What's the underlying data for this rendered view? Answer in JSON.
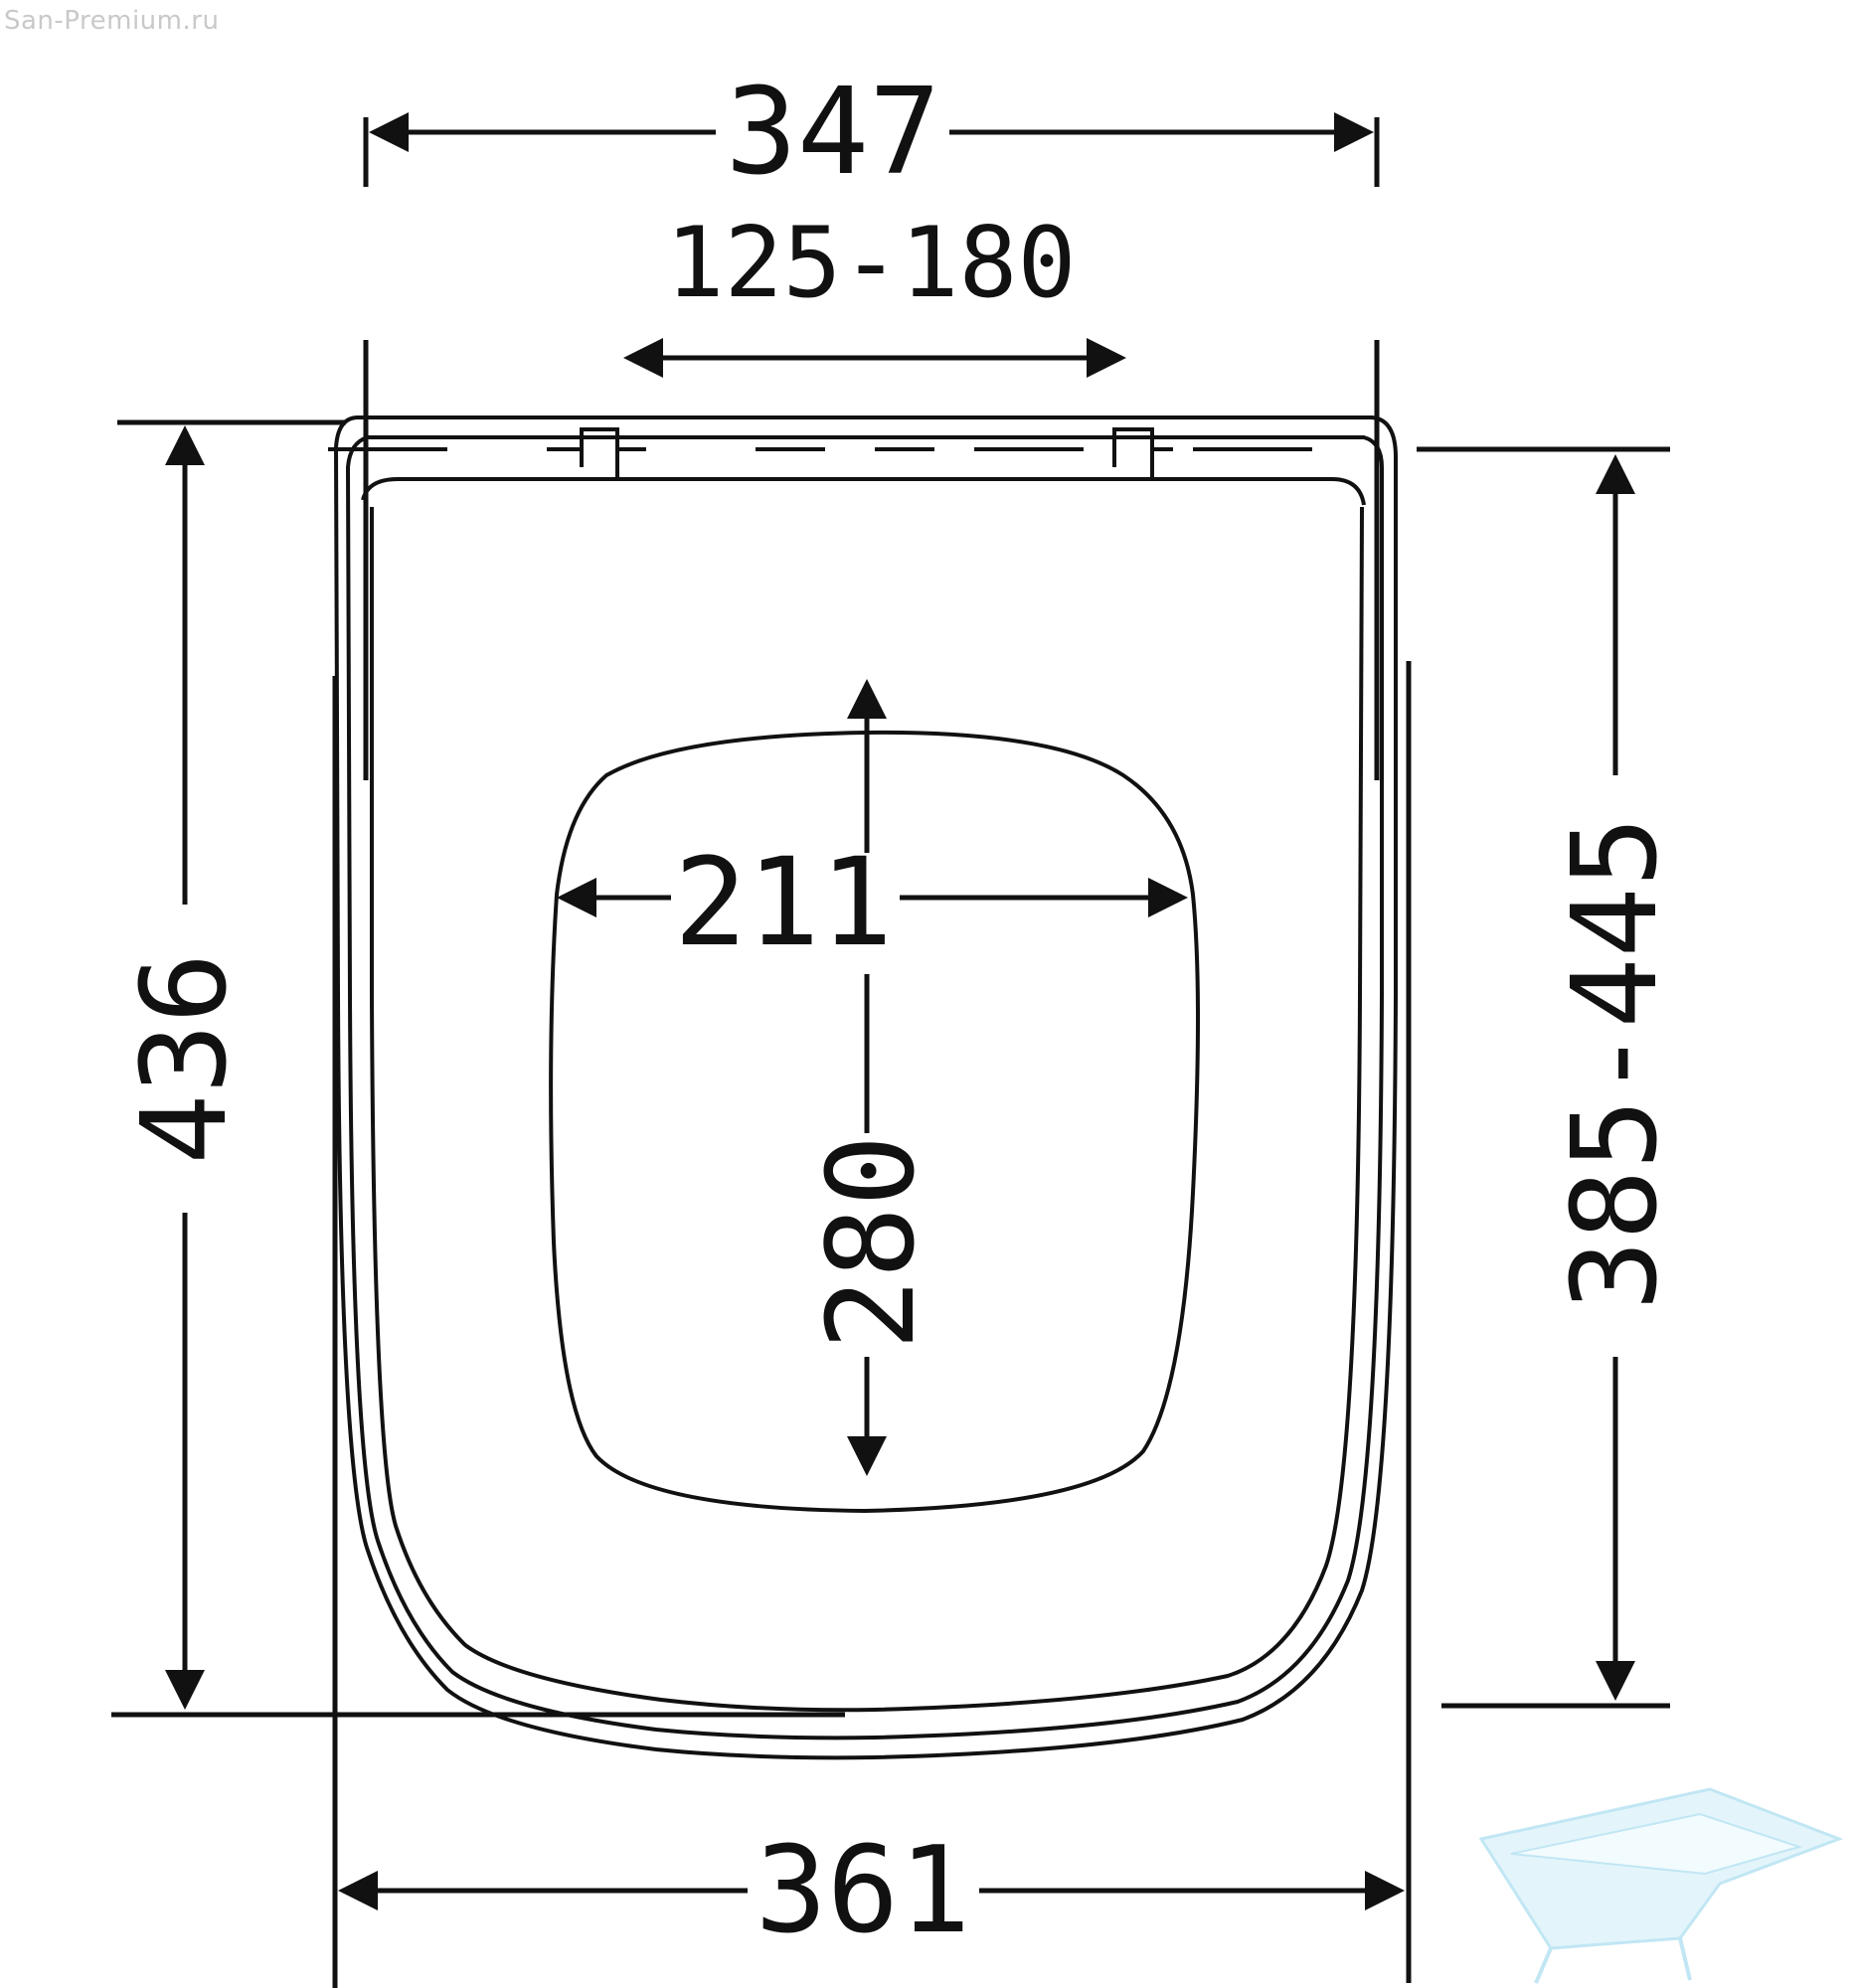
{
  "watermark": {
    "site": "San-Premium.ru",
    "logo_icon": "bathtub-logo-icon",
    "logo_color": "#8fd3ec"
  },
  "drawing": {
    "line_color": "#111111",
    "background": "#ffffff"
  },
  "dimensions": {
    "top_width": "347",
    "hinge_spacing": "125-180",
    "opening_width": "211",
    "opening_length": "280",
    "seat_length": "436",
    "bowl_length_range": "385-445",
    "bottom_width": "361"
  }
}
